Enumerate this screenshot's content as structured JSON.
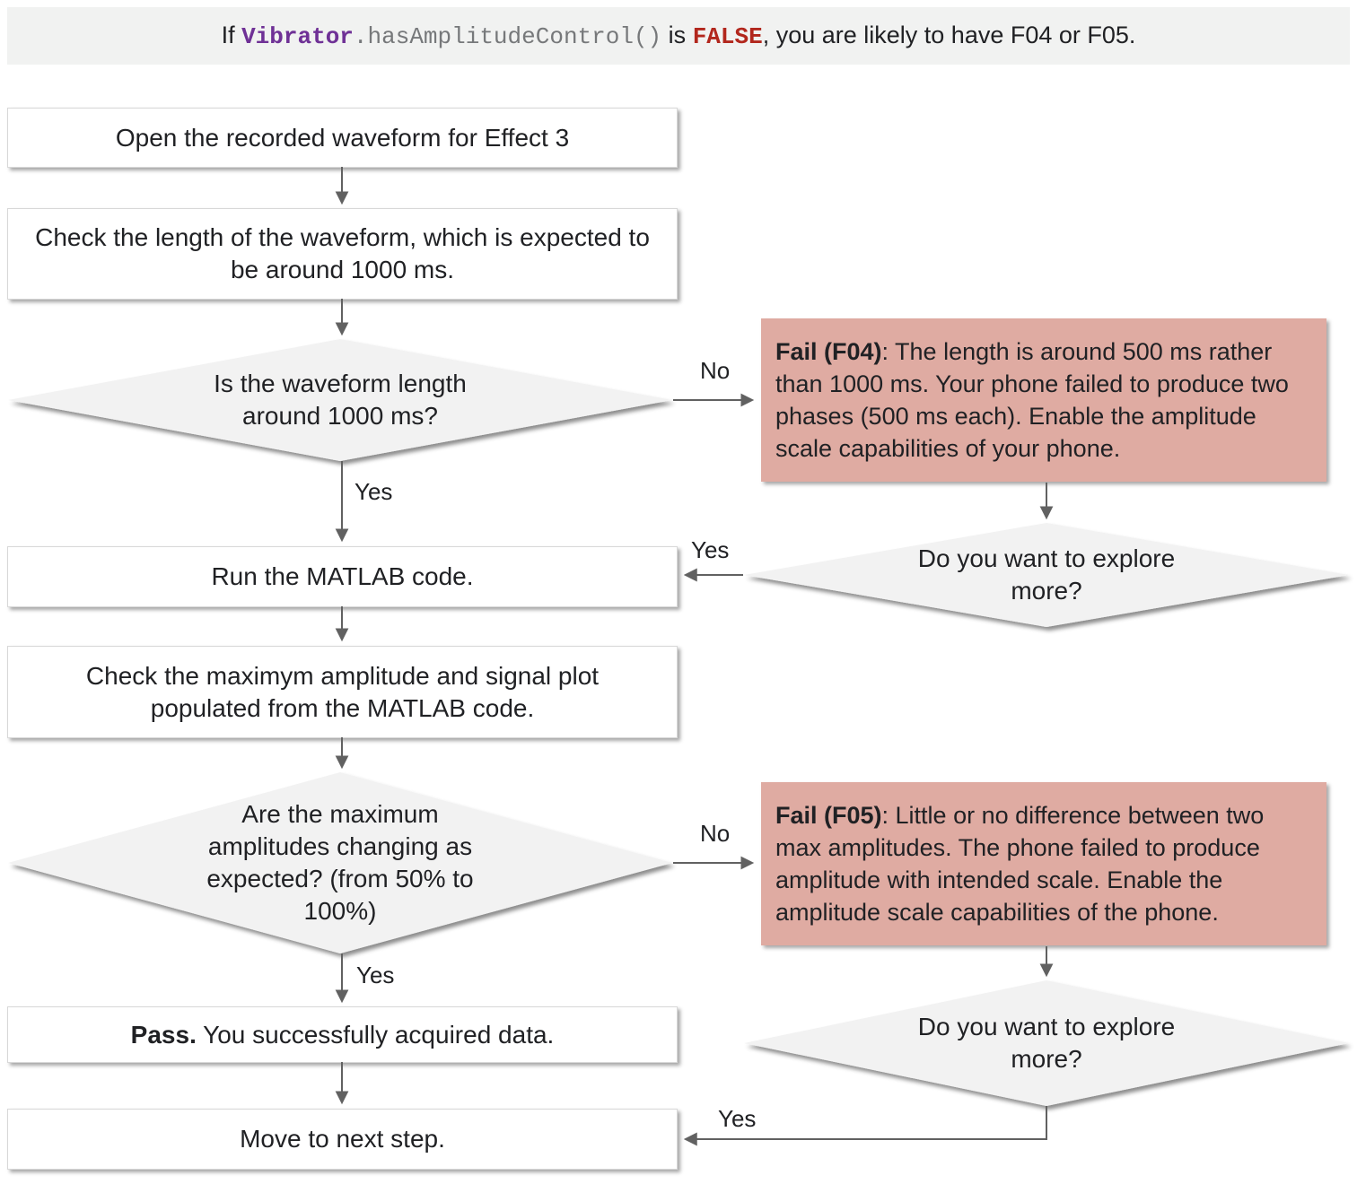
{
  "banner": {
    "prefix": "If ",
    "code_object": "Vibrator",
    "code_method": ".hasAmplitudeControl()",
    "connector": " is ",
    "code_value": "FALSE",
    "suffix": ", you are likely to have F04 or F05."
  },
  "labels": {
    "yes": "Yes",
    "no": "No"
  },
  "nodes": {
    "open_waveform": "Open the recorded waveform for Effect 3",
    "check_length": "Check the length of the waveform, which is expected to be around 1000 ms.",
    "length_question": "Is the waveform length around 1000 ms?",
    "fail_f04": {
      "title": "Fail (F04)",
      "body": ": The length is around 500 ms rather than 1000 ms. Your phone failed to produce two phases (500 ms each). Enable the amplitude scale capabilities of your phone."
    },
    "explore_more_1": "Do you want to explore more?",
    "run_matlab": "Run the MATLAB code.",
    "check_amplitude": "Check the maximym amplitude and signal plot populated from the MATLAB code.",
    "amplitude_question": "Are the maximum amplitudes changing as expected? (from 50% to 100%)",
    "fail_f05": {
      "title": "Fail (F05)",
      "body": ": Little or no difference between two max amplitudes. The phone failed to produce amplitude with intended scale. Enable the amplitude scale capabilities of the phone."
    },
    "explore_more_2": "Do you want to explore more?",
    "pass": {
      "title": "Pass.",
      "body": " You successfully acquired data."
    },
    "move_next": "Move to next step."
  },
  "colors": {
    "banner_bg": "#f1f2f1",
    "fail_box": "#dfaba2",
    "diamond_fill": "#f2f2f2",
    "arrow": "#616161",
    "code_object": "#6f3196",
    "code_method": "#76787a",
    "code_value": "#b2271d"
  }
}
